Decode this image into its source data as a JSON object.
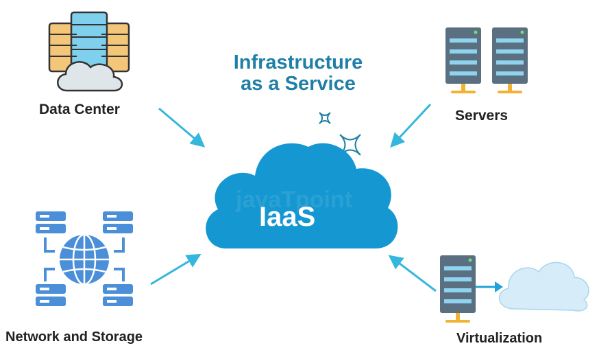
{
  "title": {
    "line1": "Infrastructure",
    "line2": "as a Service"
  },
  "center": {
    "label": "IaaS",
    "watermark": "javaTpoint"
  },
  "nodes": {
    "data_center": "Data Center",
    "servers": "Servers",
    "network_storage": "Network and Storage",
    "virtualization": "Virtualization"
  },
  "colors": {
    "accent": "#1fa3d8",
    "arrow": "#35b6dd",
    "title": "#1f7fa6",
    "cloud": "#1597d1",
    "server": "#5a6f80",
    "text": "#222222"
  },
  "icons": [
    "data-center-icon",
    "servers-icon",
    "network-globe-icon",
    "virtualization-icon",
    "sparkle-icon"
  ]
}
